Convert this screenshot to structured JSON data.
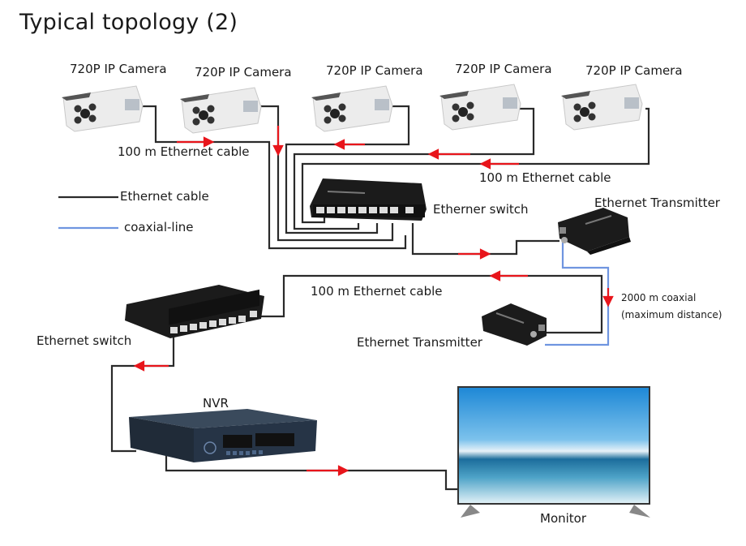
{
  "title": "Typical topology (2)",
  "legend": [
    {
      "label": "Ethernet cable",
      "color": "#222222",
      "type": "ethernet"
    },
    {
      "label": "coaxial-line",
      "color": "#6f95e0",
      "type": "coaxial"
    }
  ],
  "cameras": [
    {
      "label": "720P IP Camera"
    },
    {
      "label": "720P IP Camera"
    },
    {
      "label": "720P IP Camera"
    },
    {
      "label": "720P IP Camera"
    },
    {
      "label": "720P IP Camera"
    }
  ],
  "cable_labels": {
    "top_left": "100 m Ethernet cable",
    "top_right": "100 m Ethernet cable",
    "middle": "100 m Ethernet cable",
    "coaxial_line1": "2000 m coaxial",
    "coaxial_line2": "(maximum distance)"
  },
  "devices": {
    "switch_top": "Etherner switch",
    "transmitter_top": "Ethernet Transmitter",
    "transmitter_bottom": "Ethernet Transmitter",
    "switch_bottom": "Ethernet switch",
    "nvr": "NVR",
    "monitor": "Monitor"
  },
  "colors": {
    "ethernet": "#2a2a2a",
    "coaxial": "#6f95e0",
    "arrow": "#e8151b",
    "device_dark": "#1b1b1b",
    "nvr_body": "#263446"
  }
}
